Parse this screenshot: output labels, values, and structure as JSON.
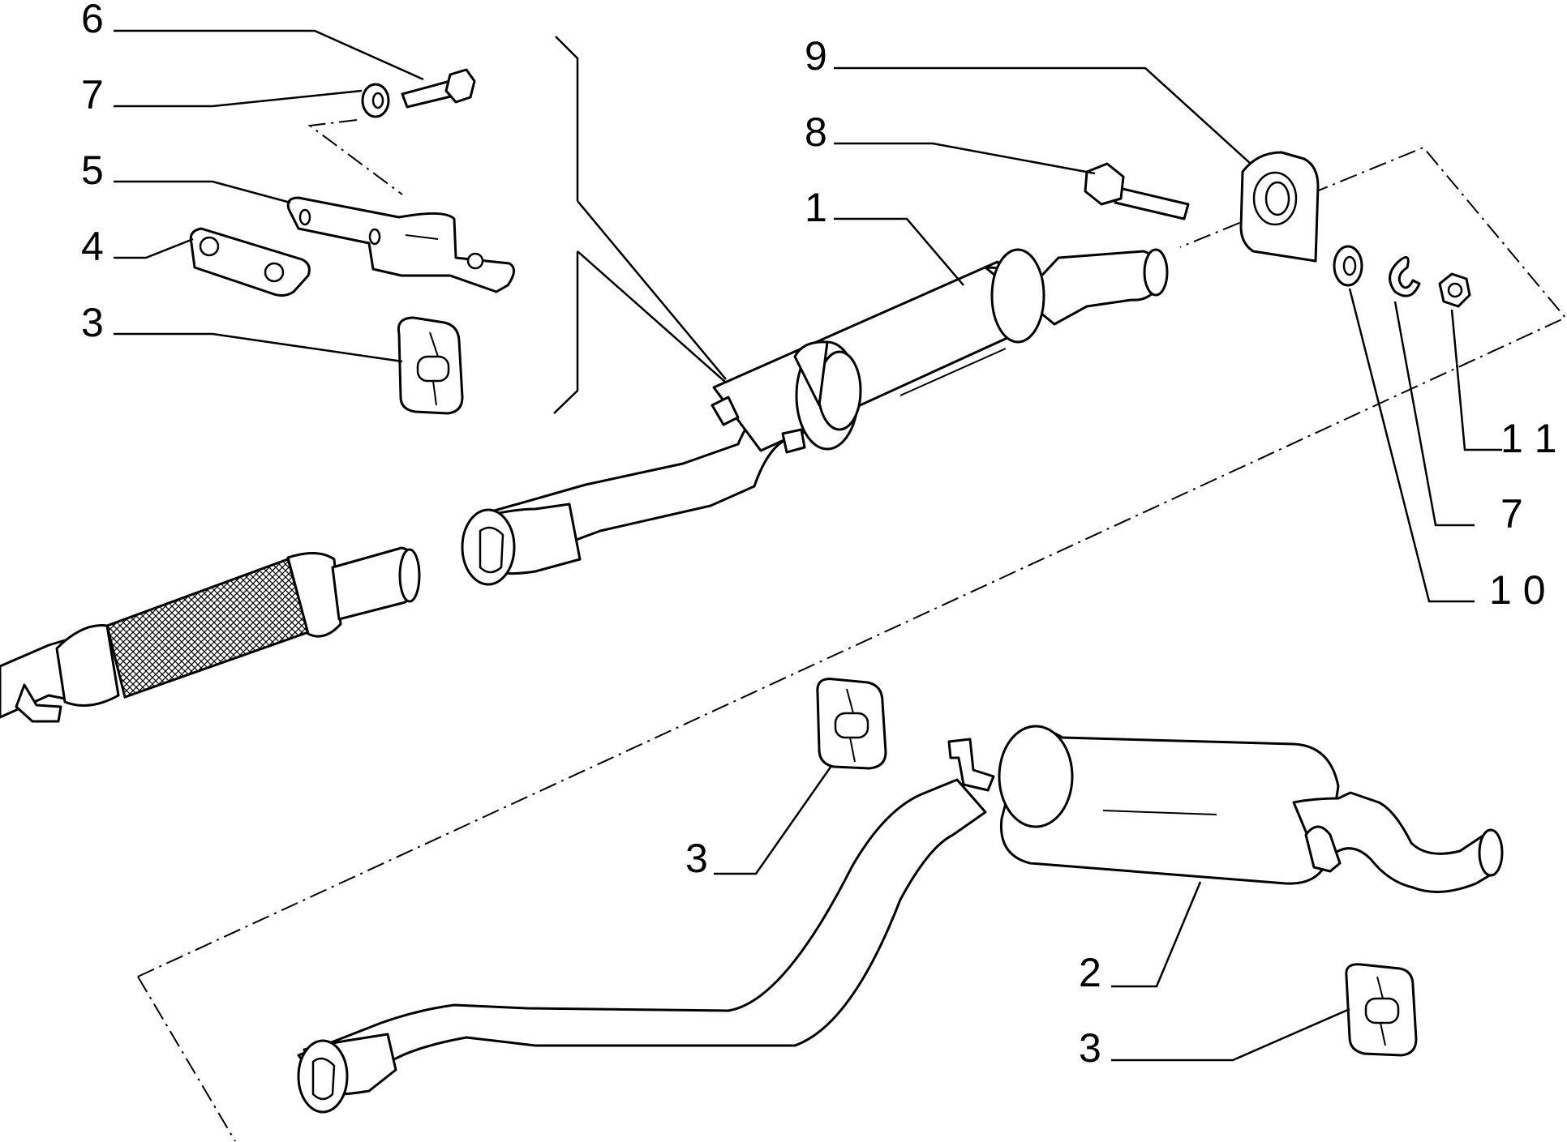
{
  "callouts": {
    "c6": "6",
    "c7_top": "7",
    "c5": "5",
    "c4": "4",
    "c3_top": "3",
    "c9": "9",
    "c8": "8",
    "c1": "1",
    "c11": "1 1",
    "c7_right": "7",
    "c10": "1 0",
    "c3_mid": "3",
    "c2": "2",
    "c3_bottom": "3"
  },
  "colors": {
    "line": "#000000",
    "background": "#ffffff"
  }
}
